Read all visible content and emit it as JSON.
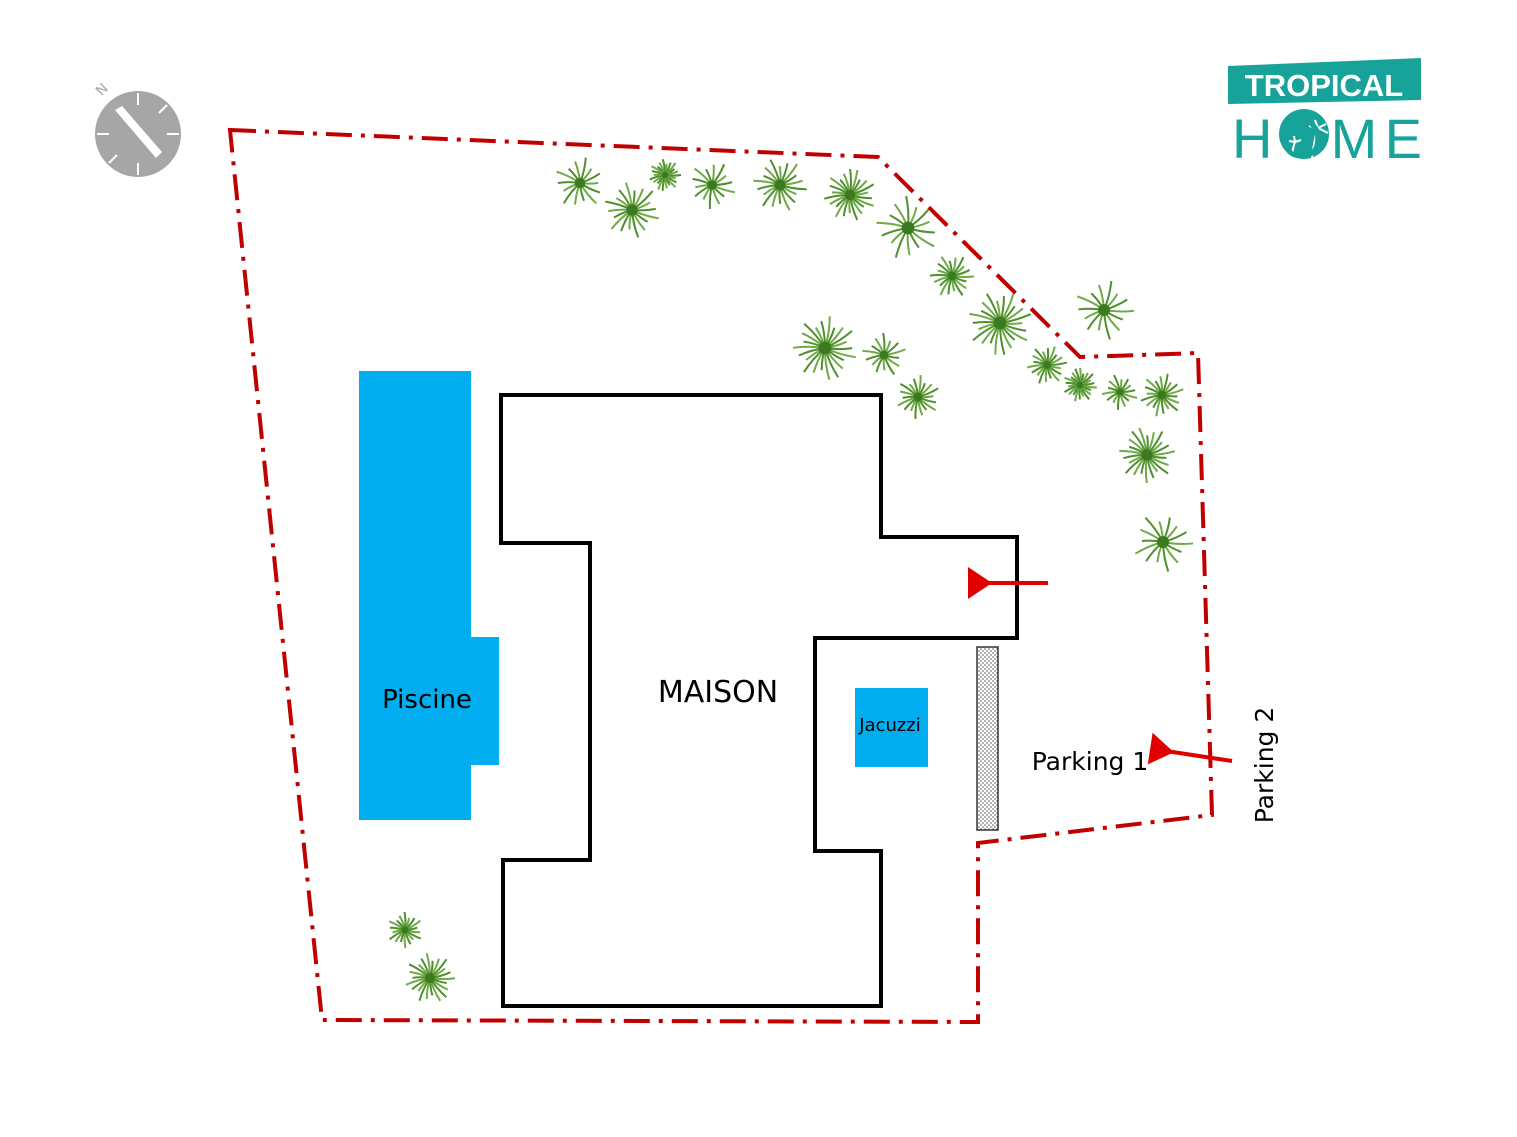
{
  "plan": {
    "house_label": "MAISON",
    "pool_label": "Piscine",
    "jacuzzi_label": "Jacuzzi",
    "parking1_label": "Parking 1",
    "parking2_label": "Parking 2"
  },
  "compass": {
    "north_label": "N",
    "icon": "compass-icon"
  },
  "logo": {
    "line1": "TROPICAL",
    "line2": "HOME",
    "color": "#18a39a"
  },
  "colors": {
    "boundary": "#c00000",
    "water": "#00aeef",
    "arrow": "#e00000",
    "vegetation": "#4e8f2e",
    "compass": "#a6a6a6"
  }
}
